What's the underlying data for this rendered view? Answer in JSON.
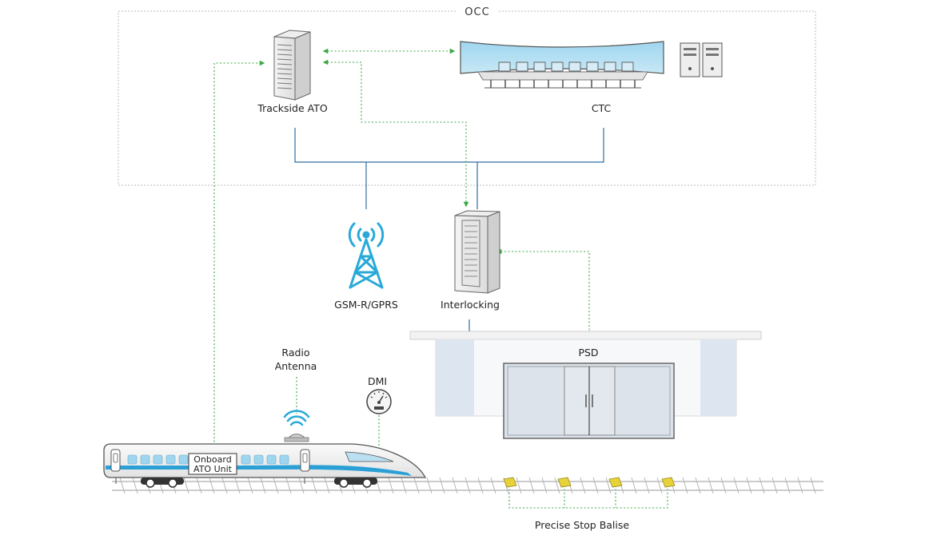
{
  "labels": {
    "occ": "OCC",
    "trackside_ato": "Trackside ATO",
    "ctc": "CTC",
    "gsm": "GSM-R/GPRS",
    "interlocking": "Interlocking",
    "psd": "PSD",
    "radio_antenna_line1": "Radio",
    "radio_antenna_line2": "Antenna",
    "dmi": "DMI",
    "onboard_line1": "Onboard",
    "onboard_line2": "ATO Unit",
    "balise": "Precise Stop Balise"
  },
  "colors": {
    "blue_line": "#2e6da4",
    "green_dotted": "#3aa845",
    "cyan_icon": "#29a9d8",
    "train_stripe": "#2aa0d6",
    "balise_yellow": "#e8d23a",
    "frame_gray": "#bbbbbb"
  },
  "icons": [
    "server-icon",
    "video-wall-icon",
    "desktop-towers-icon",
    "radio-tower-icon",
    "interlocking-server-icon",
    "platform-screen-door-icon",
    "antenna-icon",
    "dmi-gauge-icon",
    "train-icon",
    "balise-icon"
  ]
}
